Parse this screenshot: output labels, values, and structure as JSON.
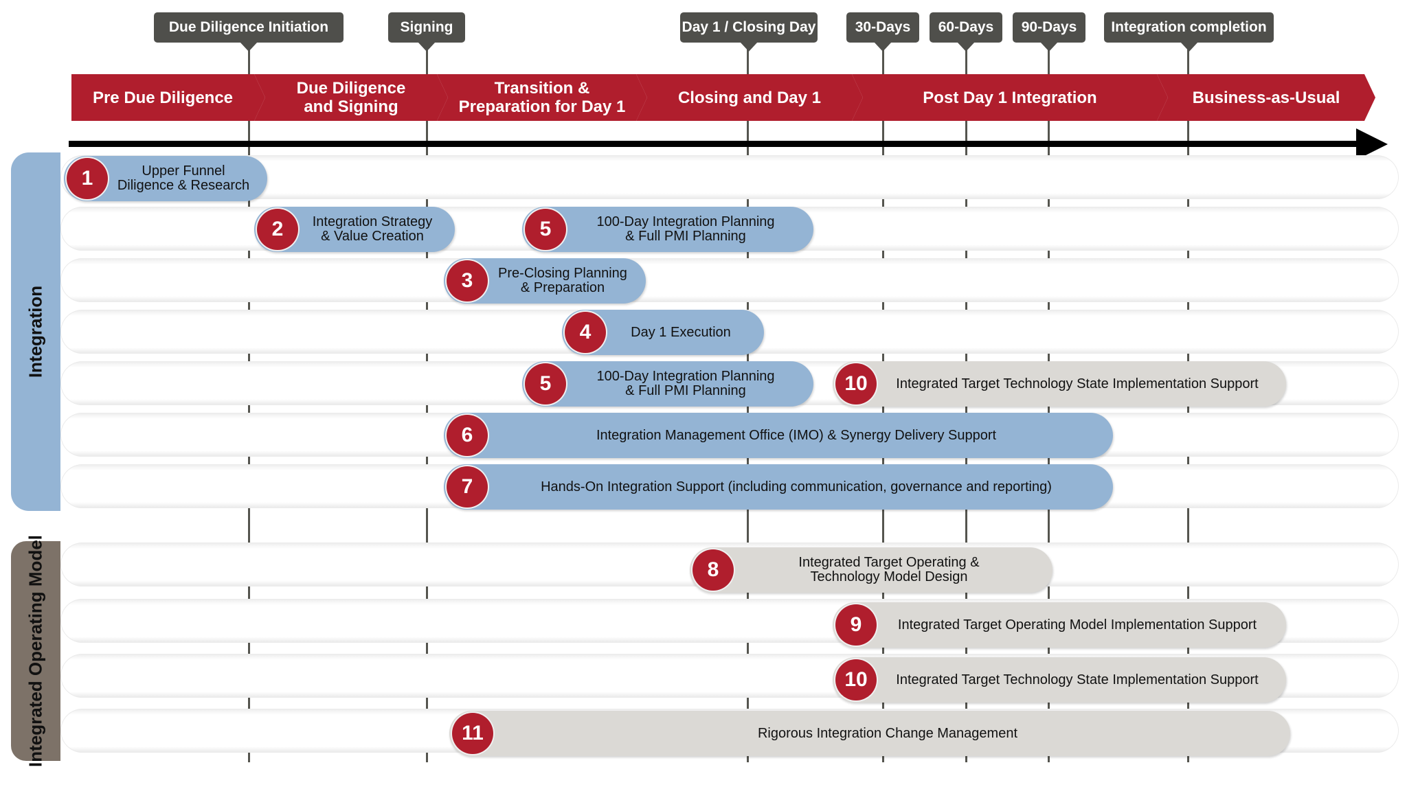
{
  "milestones": [
    {
      "label": "Due Diligence Initiation"
    },
    {
      "label": "Signing"
    },
    {
      "label": "Day 1 / Closing Day"
    },
    {
      "label": "30-Days"
    },
    {
      "label": "60-Days"
    },
    {
      "label": "90-Days"
    },
    {
      "label": "Integration completion"
    }
  ],
  "phases": [
    {
      "label": "Pre Due Diligence"
    },
    {
      "label": "Due Diligence\nand Signing"
    },
    {
      "label": "Transition &\nPreparation for Day 1"
    },
    {
      "label": "Closing and Day 1"
    },
    {
      "label": "Post Day 1 Integration"
    },
    {
      "label": "Business-as-Usual"
    }
  ],
  "sections": [
    {
      "label": "Integration"
    },
    {
      "label": "Integrated Operating Model"
    }
  ],
  "activities": [
    {
      "num": "1",
      "label": "Upper Funnel\nDiligence & Research",
      "style": "blue"
    },
    {
      "num": "2",
      "label": "Integration Strategy\n& Value Creation",
      "style": "blue"
    },
    {
      "num": "5",
      "label": "100-Day Integration Planning\n& Full PMI Planning",
      "style": "blue"
    },
    {
      "num": "3",
      "label": "Pre-Closing Planning\n& Preparation",
      "style": "blue"
    },
    {
      "num": "4",
      "label": "Day 1 Execution",
      "style": "blue"
    },
    {
      "num": "5",
      "label": "100-Day Integration Planning\n& Full PMI Planning",
      "style": "blue"
    },
    {
      "num": "10",
      "label": "Integrated Target Technology State Implementation Support",
      "style": "grey"
    },
    {
      "num": "6",
      "label": "Integration Management Office (IMO) & Synergy Delivery Support",
      "style": "blue"
    },
    {
      "num": "7",
      "label": "Hands-On Integration Support (including communication, governance and reporting)",
      "style": "blue"
    },
    {
      "num": "8",
      "label": "Integrated Target Operating &\nTechnology Model Design",
      "style": "grey"
    },
    {
      "num": "9",
      "label": "Integrated Target Operating Model Implementation Support",
      "style": "grey"
    },
    {
      "num": "10",
      "label": "Integrated Target Technology State Implementation Support",
      "style": "grey"
    },
    {
      "num": "11",
      "label": "Rigorous Integration Change Management",
      "style": "grey"
    }
  ],
  "colors": {
    "phase_red": "#b01e2d",
    "milestone_grey": "#4f4f4b",
    "bar_blue": "#94b4d4",
    "bar_grey": "#dbd9d5",
    "number_red": "#b01e2d",
    "integration_band": "#94b4d4",
    "operating_model_band": "#7d7268"
  }
}
